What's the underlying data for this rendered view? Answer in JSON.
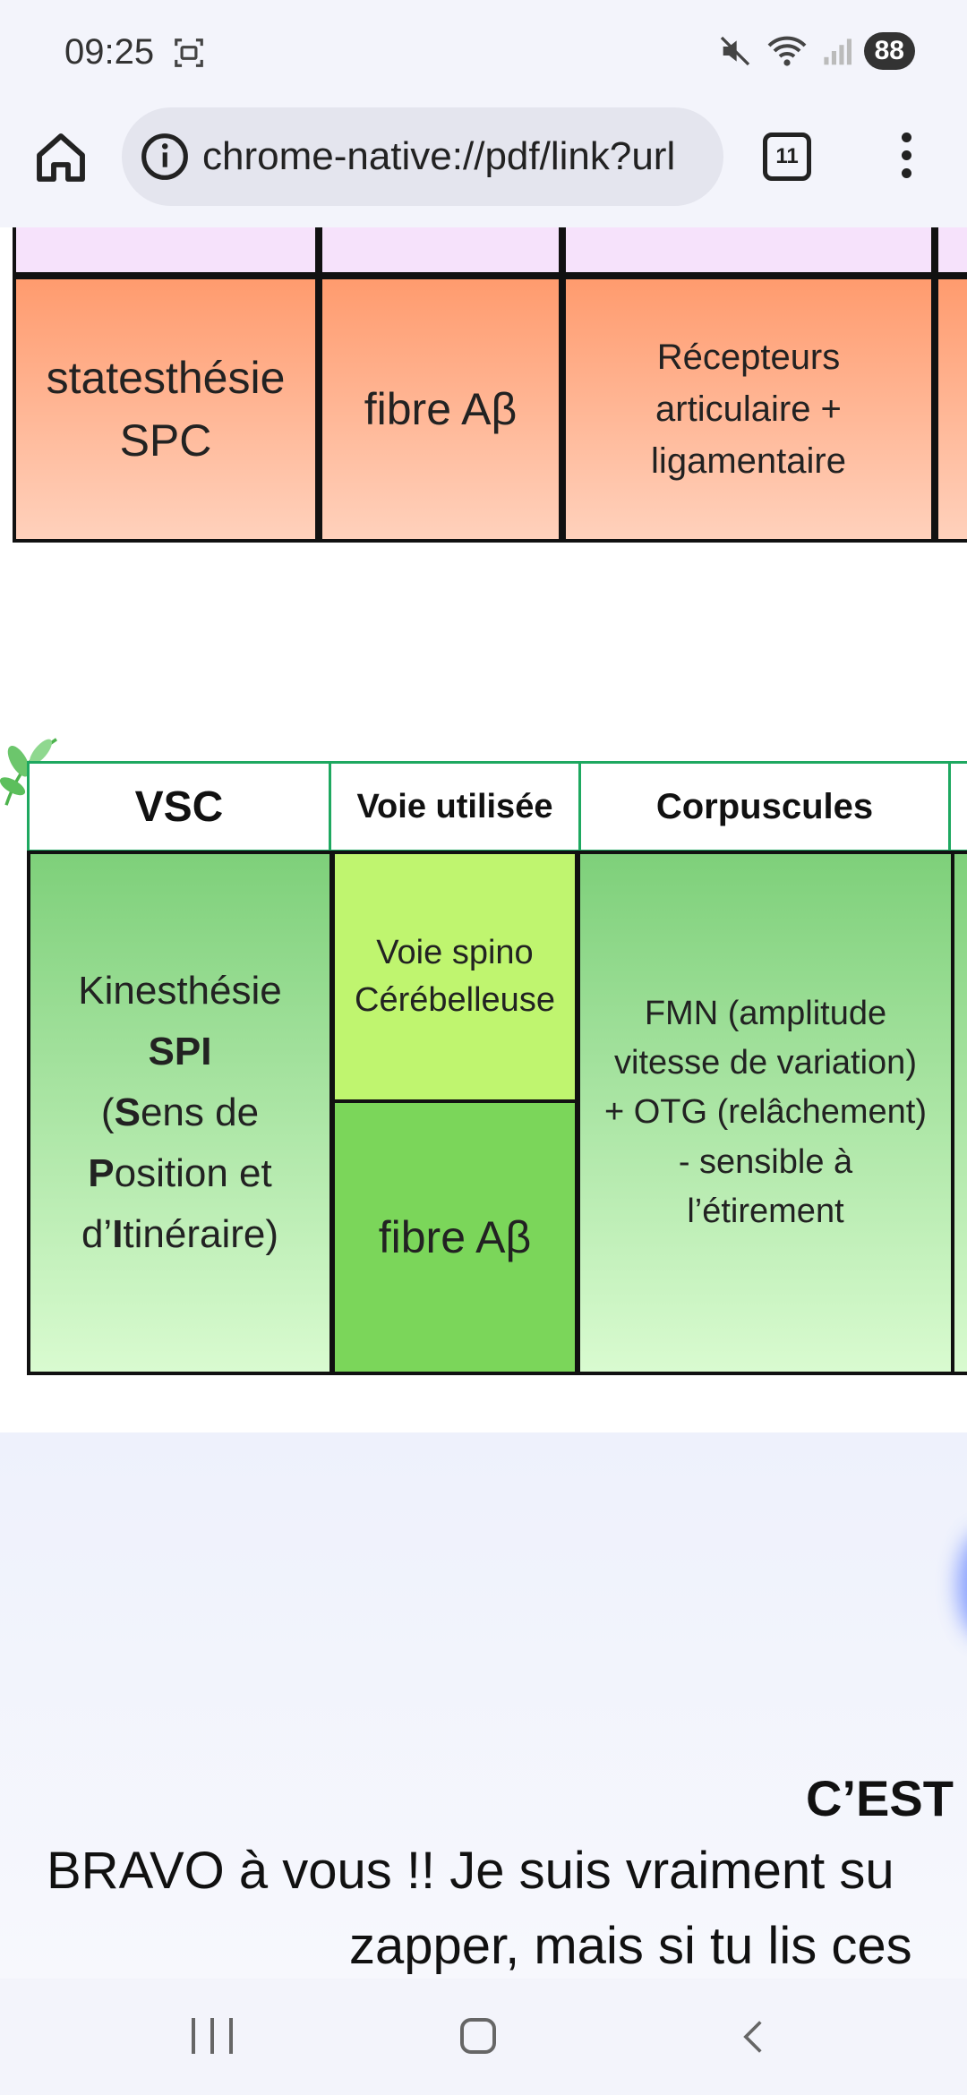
{
  "status_bar": {
    "time": "09:25",
    "battery": "88"
  },
  "browser": {
    "url": "chrome-native://pdf/link?url",
    "tab_count": "11"
  },
  "table1": {
    "row": {
      "col1": [
        "statesthésie",
        "SPC"
      ],
      "col2": "fibre Aβ",
      "col3": [
        "Récepteurs",
        "articulaire +",
        "ligamentaire"
      ]
    }
  },
  "table2": {
    "headers": [
      "VSC",
      "Voie utilisée",
      "Corpuscules"
    ],
    "col1": {
      "line1": "Kinesthésie",
      "line2": "SPI",
      "line3a": "(",
      "line3b": "S",
      "line3c": "ens de",
      "line4a": "P",
      "line4b": "osition et",
      "line5a": "d’",
      "line5b": "I",
      "line5c": "tinéraire)"
    },
    "col2_top": [
      "Voie spino",
      "Cérébelleuse"
    ],
    "col2_bottom": "fibre Aβ",
    "col3": [
      "FMN (amplitude",
      "vitesse de variation)",
      "+ OTG (relâchement)",
      "- sensible à",
      "l’étirement"
    ]
  },
  "page2": {
    "heading": "C’EST",
    "line1": "BRAVO à vous !! Je suis vraiment su",
    "line2": "zapper, mais si tu lis ces"
  }
}
